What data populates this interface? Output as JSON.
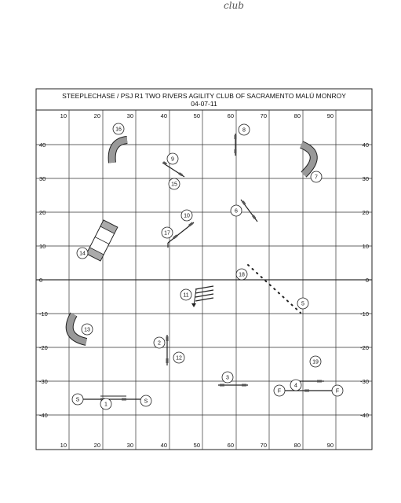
{
  "handwritten_note": "club",
  "header": {
    "line1": "STEEPLECHASE / PSJ R1  TWO RIVERS AGILITY CLUB OF SACRAMENTO     MALÚ MONROY",
    "date": "04-07-11"
  },
  "axes": {
    "x_ticks": [
      "10",
      "20",
      "30",
      "40",
      "50",
      "60",
      "70",
      "80",
      "90"
    ],
    "y_ticks_left": [
      "40",
      "30",
      "20",
      "10",
      "0",
      "-10",
      "-20",
      "-30",
      "-40"
    ],
    "y_ticks_right": [
      "40",
      "30",
      "20",
      "10",
      "0",
      "-10",
      "-20",
      "-30",
      "-40"
    ]
  },
  "course": {
    "obstacles": [
      {
        "id": "1",
        "type": "jump"
      },
      {
        "id": "2",
        "type": "jump"
      },
      {
        "id": "3",
        "type": "jump"
      },
      {
        "id": "4",
        "type": "jump"
      },
      {
        "id": "5",
        "type": "weave-poles"
      },
      {
        "id": "6",
        "type": "jump"
      },
      {
        "id": "7",
        "type": "tunnel"
      },
      {
        "id": "8",
        "type": "jump"
      },
      {
        "id": "9",
        "type": "jump"
      },
      {
        "id": "10",
        "type": "jump"
      },
      {
        "id": "11",
        "type": "jump-bars"
      },
      {
        "id": "12",
        "type": "jump"
      },
      {
        "id": "13",
        "type": "tunnel"
      },
      {
        "id": "14",
        "type": "a-frame"
      },
      {
        "id": "15",
        "type": "jump"
      },
      {
        "id": "16",
        "type": "tunnel"
      },
      {
        "id": "17",
        "type": "jump"
      },
      {
        "id": "18",
        "type": "weave-poles"
      },
      {
        "id": "19",
        "type": "jump"
      }
    ],
    "start_label": "S",
    "finish_label": "F"
  }
}
